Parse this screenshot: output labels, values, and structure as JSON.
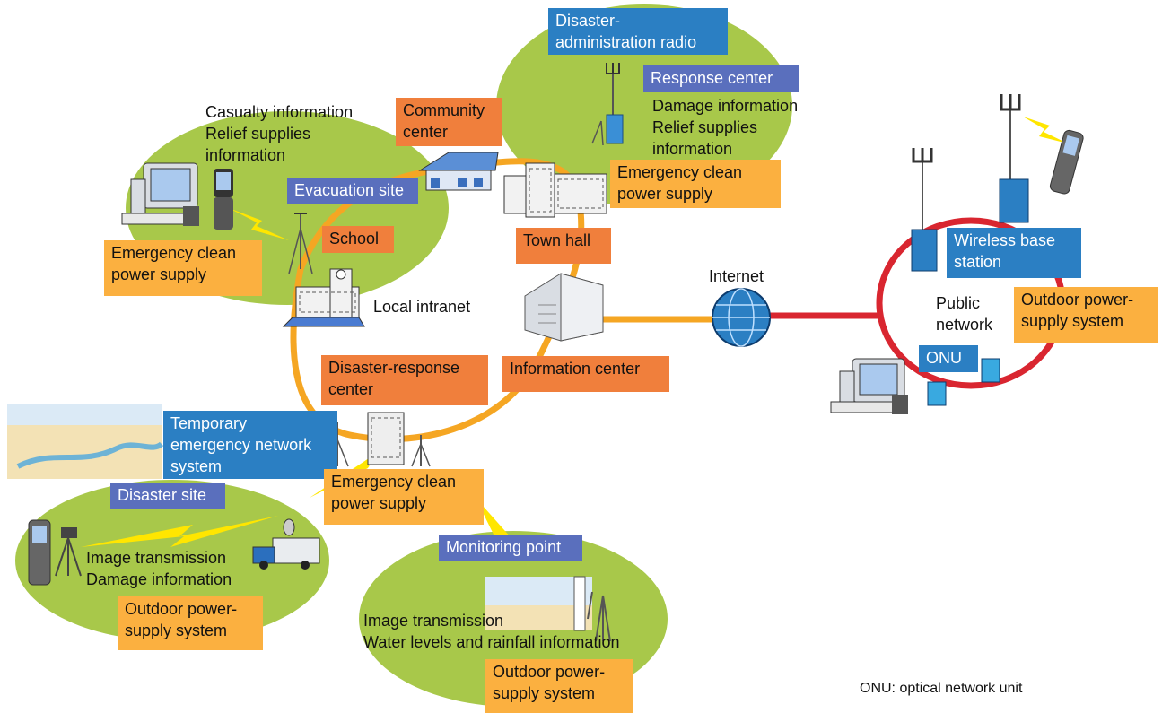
{
  "labels": {
    "disaster_admin_radio": "Disaster-\nadministration radio",
    "response_center": "Response center",
    "response_info": "Damage information\nRelief supplies\ninformation",
    "community_center": "Community\ncenter",
    "casualty_info": "Casualty information\nRelief supplies\ninformation",
    "evacuation_site": "Evacuation site",
    "school": "School",
    "town_hall": "Town hall",
    "ecps_top": "Emergency clean\npower supply",
    "ecps_left": "Emergency clean\npower supply",
    "ecps_center": "Emergency clean\npower supply",
    "local_intranet": "Local intranet",
    "internet": "Internet",
    "information_center": "Information center",
    "disaster_response_center": "Disaster-response\ncenter",
    "temporary_network": "Temporary\nemergency network\nsystem",
    "disaster_site": "Disaster site",
    "disaster_site_info": "Image transmission\nDamage information",
    "opss_left": "Outdoor power-\nsupply system",
    "monitoring_point": "Monitoring point",
    "monitoring_info": "Image transmission\nWater levels and rainfall information",
    "opss_bottom": "Outdoor power-\nsupply system",
    "wireless_base_station": "Wireless base\nstation",
    "public_network": "Public\nnetwork",
    "opss_right": "Outdoor power-\nsupply system",
    "onu": "ONU",
    "onu_note": "ONU: optical network unit"
  },
  "colors": {
    "green_area": "#a8c84a",
    "orange_ring": "#f5a623",
    "red_ring": "#d92630",
    "blue_box": "#2b7fc3",
    "purple_box": "#5a6fbd",
    "orange_box": "#f07f3c",
    "yellow_box": "#fbb040",
    "lightning": "#ffe600"
  }
}
